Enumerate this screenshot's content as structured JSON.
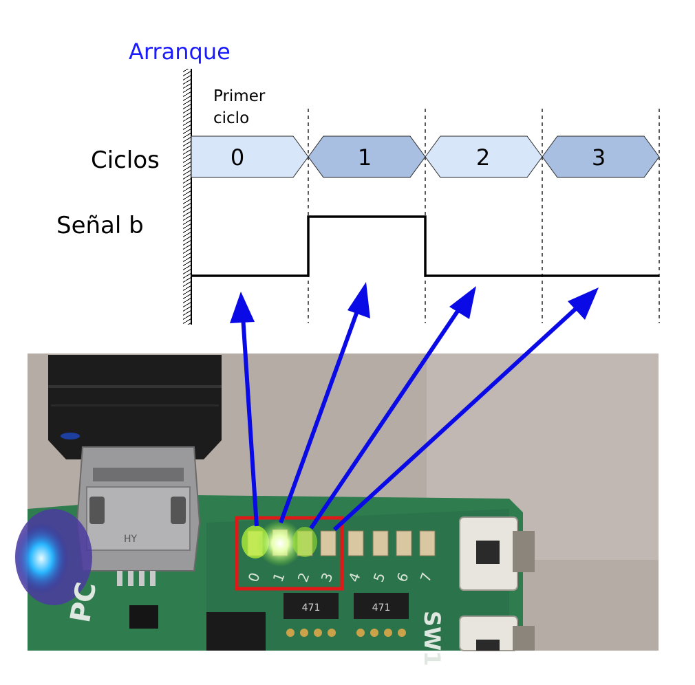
{
  "header": {
    "title": "Arranque"
  },
  "timing": {
    "first_cycle_label_line1": "Primer",
    "first_cycle_label_line2": "ciclo",
    "row_cycles_label": "Ciclos",
    "row_signal_label": "Señal b",
    "cycles": [
      "0",
      "1",
      "2",
      "3"
    ],
    "signal_b_levels": [
      0,
      1,
      0,
      0
    ]
  },
  "photo": {
    "led_labels": [
      "0",
      "1",
      "2",
      "3",
      "4",
      "5",
      "6",
      "7"
    ],
    "lit_leds": [
      0,
      1,
      2
    ],
    "chip_label": "471",
    "silkscreen_pc": "PC",
    "silkscreen_sw": "SW1",
    "connector_mark": "HY"
  },
  "colors": {
    "title": "#1a1aff",
    "arrow": "#0a0ae6",
    "cycle_even": "#d8e6fa",
    "cycle_odd": "#a9bfe2",
    "highlight_box": "#e01818",
    "pcb": "#2f7d4e",
    "led_lit": "#b8f53a"
  }
}
